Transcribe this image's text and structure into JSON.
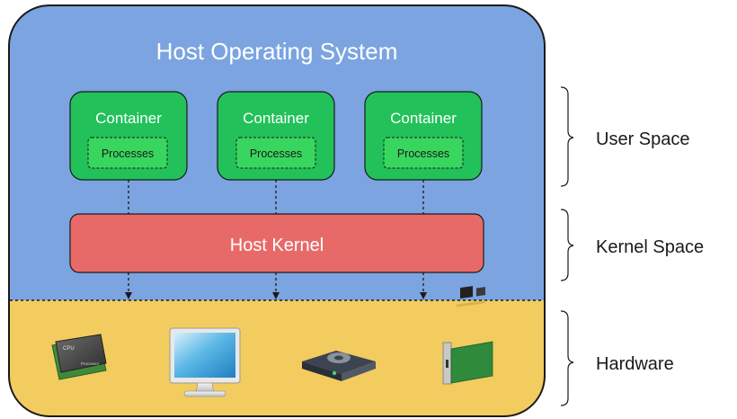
{
  "title": "Host Operating System",
  "containers": [
    {
      "label": "Container",
      "processes": "Processes"
    },
    {
      "label": "Container",
      "processes": "Processes"
    },
    {
      "label": "Container",
      "processes": "Processes"
    }
  ],
  "kernel": {
    "label": "Host Kernel"
  },
  "layers": {
    "user": "User Space",
    "kernel": "Kernel Space",
    "hardware": "Hardware"
  },
  "hardware_items": [
    {
      "name": "cpu-chip-icon",
      "label": "CPU",
      "sublabel": "Processor"
    },
    {
      "name": "monitor-icon"
    },
    {
      "name": "disk-drive-icon"
    },
    {
      "name": "network-card-icon"
    }
  ],
  "colors": {
    "os_blue": "#7ba4e0",
    "hardware_yellow": "#f2cc5e",
    "container_green": "#22c15a",
    "kernel_red": "#e86a68",
    "text_white": "#ffffff",
    "outline": "#1a1a1a"
  }
}
